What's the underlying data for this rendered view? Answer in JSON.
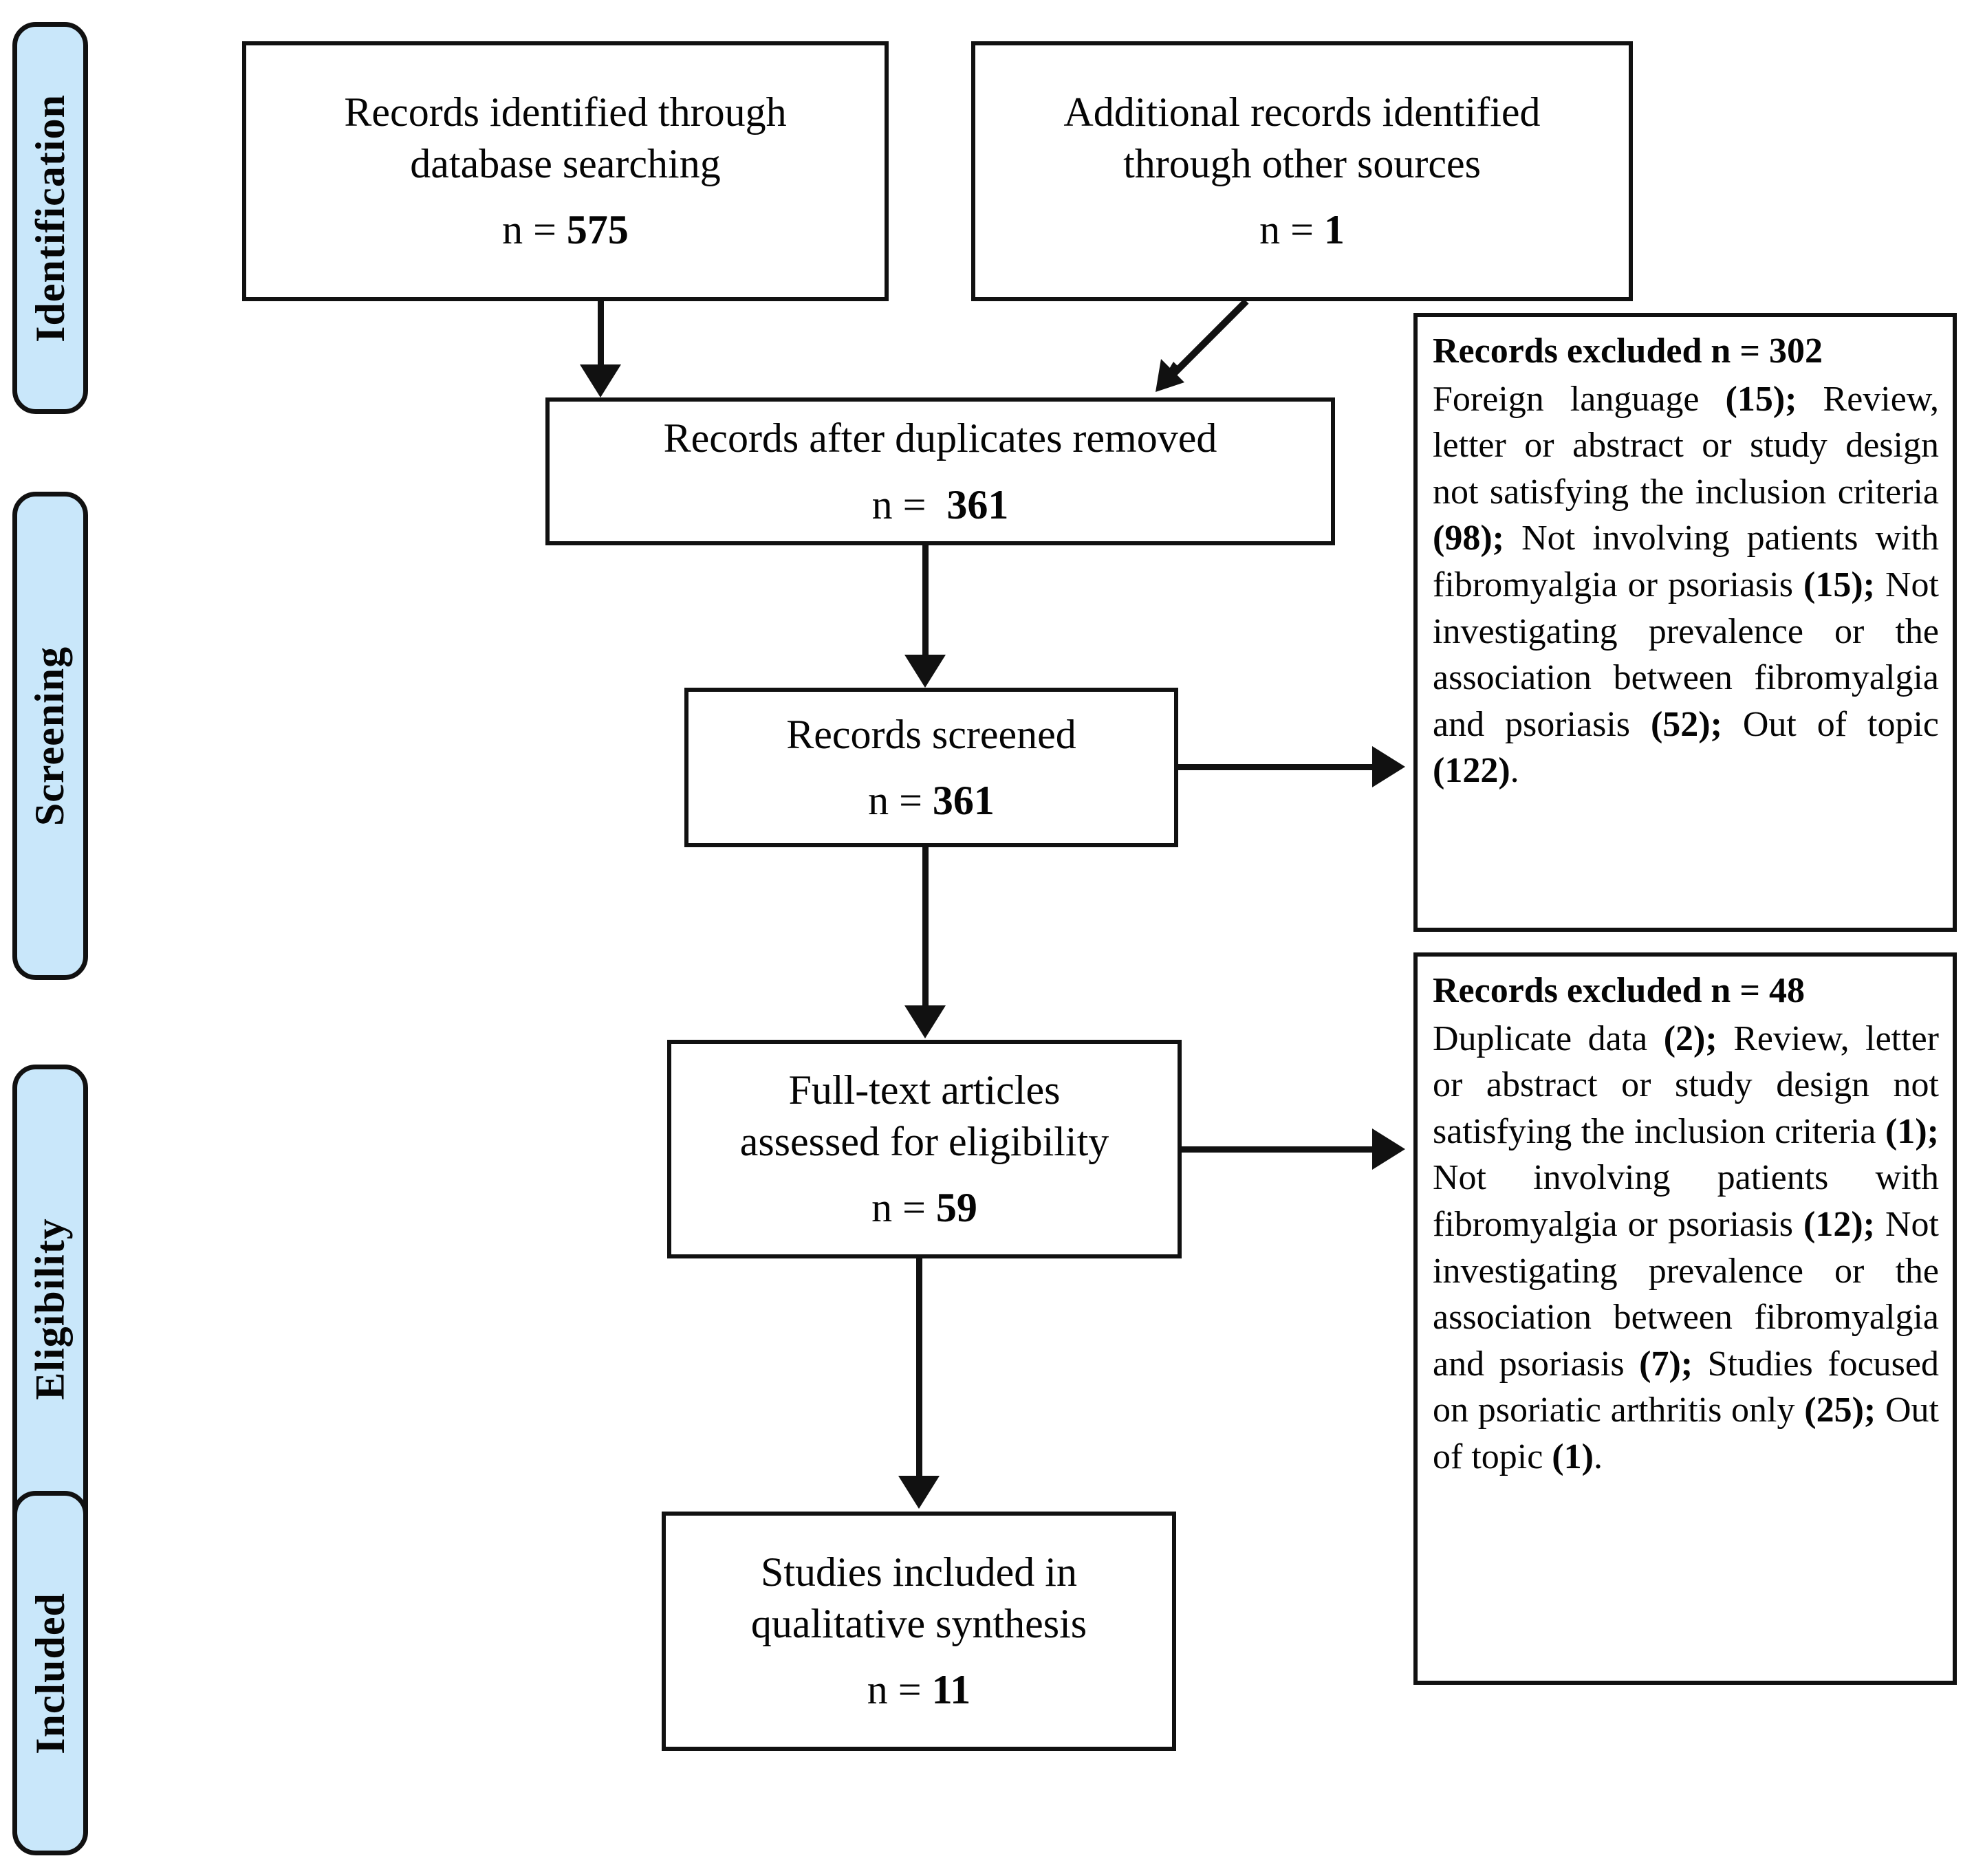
{
  "diagram": {
    "title": "PRISMA flow diagram",
    "accent_color": "#c9e7fa",
    "line_color": "#111111"
  },
  "stages": [
    {
      "label": "Identification"
    },
    {
      "label": "Screening"
    },
    {
      "label": "Eligibility"
    },
    {
      "label": "Included"
    }
  ],
  "boxes": {
    "database_search": {
      "line1": "Records identified through",
      "line2": "database searching",
      "count_prefix": "n = ",
      "count_value": "575"
    },
    "other_sources": {
      "line1": "Additional records identified",
      "line2": "through other sources",
      "count_prefix": "n = ",
      "count_value": "1"
    },
    "duplicates_removed": {
      "line1": "Records after duplicates removed",
      "count_prefix": "n =  ",
      "count_value": "361"
    },
    "records_screened": {
      "line1": "Records screened",
      "count_prefix": "n = ",
      "count_value": "361"
    },
    "fulltext_assessed": {
      "line1": "Full-text articles",
      "line2": "assessed for eligibility",
      "count_prefix": "n = ",
      "count_value": "59"
    },
    "studies_included": {
      "line1": "Studies included in",
      "line2": "qualitative synthesis",
      "count_prefix": "n = ",
      "count_value": "11"
    }
  },
  "excluded_screening": {
    "heading": "Records excluded n = 302",
    "reasons": [
      {
        "text": "Foreign language ",
        "count": "(15)",
        "tail": "; "
      },
      {
        "text": "Review, letter or abstract or study design not satisfying the inclusion criteria ",
        "count": "(98)",
        "tail": "; "
      },
      {
        "text": "Not involving patients with fibromyalgia or psoriasis ",
        "count": "(15)",
        "tail": "; "
      },
      {
        "text": "Not investigating prevalence or the association between fibromyalgia and psoriasis ",
        "count": "(52)",
        "tail": "; "
      },
      {
        "text": "Out of topic ",
        "count": "(122)",
        "tail": "."
      }
    ]
  },
  "excluded_eligibility": {
    "heading": "Records excluded n = 48",
    "reasons": [
      {
        "text": "Duplicate data ",
        "count": "(2)",
        "tail": "; "
      },
      {
        "text": "Review, letter or abstract or study design not satisfying the inclusion criteria ",
        "count": "(1)",
        "tail": "; "
      },
      {
        "text": "Not involving patients with fibromyalgia or psoriasis ",
        "count": "(12)",
        "tail": "; "
      },
      {
        "text": "Not investigating prevalence or the association between fibromyalgia and psoriasis ",
        "count": "(7)",
        "tail": "; "
      },
      {
        "text": "Studies focused on psoriatic arthritis only ",
        "count": "(25)",
        "tail": "; "
      },
      {
        "text": "Out of topic ",
        "count": "(1)",
        "tail": "."
      }
    ]
  }
}
